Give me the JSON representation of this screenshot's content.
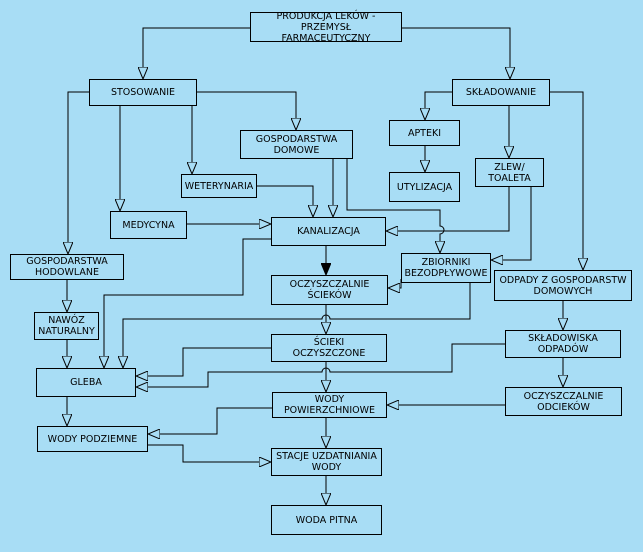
{
  "nodes": {
    "produkcja": "PRODUKCJA LEKÓW - PRZEMYSŁ\nFARMACEUTYCZNY",
    "stosowanie": "STOSOWANIE",
    "skladowanie": "SKŁADOWANIE",
    "gospodarstwa_domowe": "GOSPODARSTWA\nDOMOWE",
    "apteki": "APTEKI",
    "utylizacja": "UTYLIZACJA",
    "zlew": "ZLEW/\nTOALETA",
    "weterynaria": "WETERYNARIA",
    "medycyna": "MEDYCYNA",
    "kanalizacja": "KANALIZACJA",
    "gospodarstwa_hodowlane": "GOSPODARSTWA\nHODOWLANE",
    "zbiorniki": "ZBIORNIKI\nBEZODPŁYWOWE",
    "oczyszczalnie_sciekow": "OCZYSZCZALNIE\nŚCIEKÓW",
    "odpady": "ODPADY Z GOSPODARSTW\nDOMOWYCH",
    "nawoz": "NAWÓZ\nNATURALNY",
    "scieki_oczyszczone": "ŚCIEKI\nOCZYSZCZONE",
    "skladowiska": "SKŁADOWISKA\nODPADÓW",
    "gleba": "GLEBA",
    "wody_powierzchniowe": "WODY\nPOWIERZCHNIOWE",
    "oczyszczalnie_odciekow": "OCZYSZCZALNIE\nODCIEKÓW",
    "wody_podziemne": "WODY PODZIEMNE",
    "stacje": "STACJE UZDATNIANIA\nWODY",
    "woda_pitna": "WODA PITNA"
  }
}
